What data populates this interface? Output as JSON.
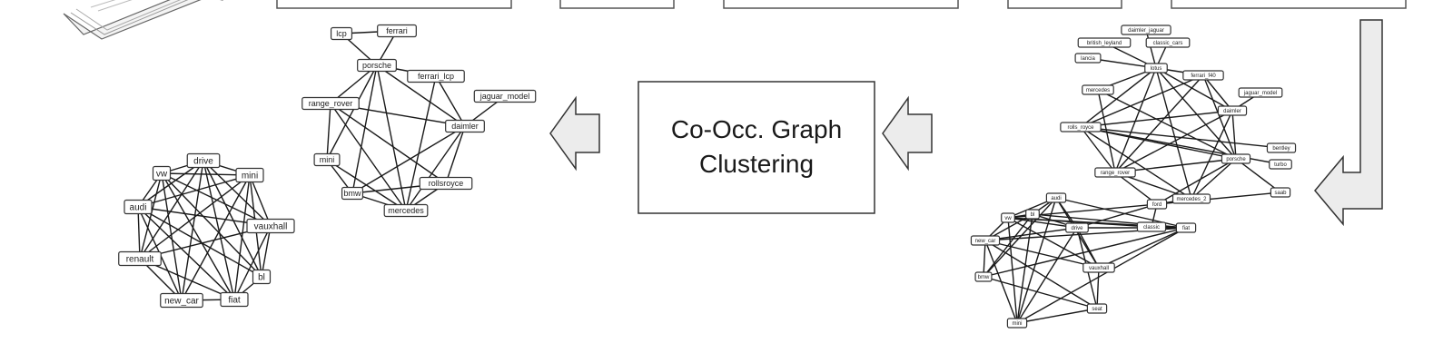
{
  "process": {
    "line1": "Co-Occ. Graph",
    "line2": "Clustering"
  },
  "icons": {
    "document": "document-stack-icon",
    "arrow_left": "arrow-left-icon",
    "arrow_down_left": "arrow-down-left-icon"
  },
  "graphs": {
    "cluster_b": {
      "nodes": [
        "lcp",
        "ferrari",
        "porsche",
        "ferrari_lcp",
        "range_rover",
        "jaguar_model",
        "daimler",
        "mini",
        "bmw",
        "rollsroyce",
        "mercedes"
      ],
      "edges": [
        [
          "lcp",
          "ferrari"
        ],
        [
          "lcp",
          "porsche"
        ],
        [
          "ferrari",
          "porsche"
        ],
        [
          "porsche",
          "ferrari_lcp"
        ],
        [
          "porsche",
          "range_rover"
        ],
        [
          "porsche",
          "daimler"
        ],
        [
          "porsche",
          "mini"
        ],
        [
          "porsche",
          "bmw"
        ],
        [
          "porsche",
          "mercedes"
        ],
        [
          "range_rover",
          "daimler"
        ],
        [
          "range_rover",
          "rollsroyce"
        ],
        [
          "range_rover",
          "mercedes"
        ],
        [
          "range_rover",
          "mini"
        ],
        [
          "jaguar_model",
          "daimler"
        ],
        [
          "daimler",
          "rollsroyce"
        ],
        [
          "daimler",
          "mercedes"
        ],
        [
          "daimler",
          "bmw"
        ],
        [
          "daimler",
          "ferrari_lcp"
        ],
        [
          "mini",
          "bmw"
        ],
        [
          "mini",
          "mercedes"
        ],
        [
          "bmw",
          "mercedes"
        ],
        [
          "bmw",
          "rollsroyce"
        ],
        [
          "rollsroyce",
          "mercedes"
        ],
        [
          "ferrari_lcp",
          "mercedes"
        ]
      ]
    },
    "cluster_a": {
      "nodes": [
        "vw",
        "drive",
        "mini",
        "audi",
        "vauxhall",
        "renault",
        "bl",
        "new_car",
        "fiat"
      ],
      "edges": [
        [
          "vw",
          "drive"
        ],
        [
          "vw",
          "mini"
        ],
        [
          "vw",
          "audi"
        ],
        [
          "vw",
          "vauxhall"
        ],
        [
          "vw",
          "renault"
        ],
        [
          "vw",
          "bl"
        ],
        [
          "vw",
          "new_car"
        ],
        [
          "vw",
          "fiat"
        ],
        [
          "drive",
          "mini"
        ],
        [
          "drive",
          "audi"
        ],
        [
          "drive",
          "vauxhall"
        ],
        [
          "drive",
          "renault"
        ],
        [
          "drive",
          "bl"
        ],
        [
          "drive",
          "new_car"
        ],
        [
          "drive",
          "fiat"
        ],
        [
          "mini",
          "audi"
        ],
        [
          "mini",
          "vauxhall"
        ],
        [
          "mini",
          "renault"
        ],
        [
          "mini",
          "bl"
        ],
        [
          "mini",
          "new_car"
        ],
        [
          "mini",
          "fiat"
        ],
        [
          "audi",
          "vauxhall"
        ],
        [
          "audi",
          "renault"
        ],
        [
          "audi",
          "bl"
        ],
        [
          "audi",
          "new_car"
        ],
        [
          "audi",
          "fiat"
        ],
        [
          "vauxhall",
          "renault"
        ],
        [
          "vauxhall",
          "bl"
        ],
        [
          "vauxhall",
          "fiat"
        ],
        [
          "renault",
          "new_car"
        ],
        [
          "renault",
          "fiat"
        ],
        [
          "bl",
          "fiat"
        ],
        [
          "new_car",
          "fiat"
        ]
      ]
    },
    "full": {
      "nodes": [
        "daimler_jaguar",
        "british_leyland",
        "classic_cars",
        "lancia",
        "lotus",
        "ferrari_f40",
        "mercedes",
        "jaguar_model",
        "daimler",
        "rolls_royce",
        "range_rover",
        "bentley",
        "turbo",
        "porsche",
        "mercedes_2",
        "saab",
        "ford",
        "audi",
        "bl",
        "vw",
        "classic",
        "drive",
        "fiat",
        "vauxhall",
        "new_car",
        "bmw",
        "seat",
        "mini"
      ],
      "edges": [
        [
          "daimler_jaguar",
          "lotus"
        ],
        [
          "british_leyland",
          "lotus"
        ],
        [
          "classic_cars",
          "lotus"
        ],
        [
          "lancia",
          "lotus"
        ],
        [
          "lotus",
          "ferrari_f40"
        ],
        [
          "lotus",
          "mercedes"
        ],
        [
          "lotus",
          "daimler"
        ],
        [
          "lotus",
          "range_rover"
        ],
        [
          "lotus",
          "porsche"
        ],
        [
          "lotus",
          "rolls_royce"
        ],
        [
          "lotus",
          "mercedes_2"
        ],
        [
          "ferrari_f40",
          "daimler"
        ],
        [
          "ferrari_f40",
          "rolls_royce"
        ],
        [
          "ferrari_f40",
          "range_rover"
        ],
        [
          "ferrari_f40",
          "porsche"
        ],
        [
          "mercedes",
          "range_rover"
        ],
        [
          "mercedes",
          "porsche"
        ],
        [
          "jaguar_model",
          "daimler"
        ],
        [
          "daimler",
          "rolls_royce"
        ],
        [
          "daimler",
          "range_rover"
        ],
        [
          "daimler",
          "porsche"
        ],
        [
          "daimler",
          "mercedes_2"
        ],
        [
          "rolls_royce",
          "range_rover"
        ],
        [
          "rolls_royce",
          "porsche"
        ],
        [
          "rolls_royce",
          "mercedes_2"
        ],
        [
          "rolls_royce",
          "bentley"
        ],
        [
          "rolls_royce",
          "turbo"
        ],
        [
          "range_rover",
          "porsche"
        ],
        [
          "range_rover",
          "mercedes_2"
        ],
        [
          "range_rover",
          "ford"
        ],
        [
          "porsche",
          "mercedes_2"
        ],
        [
          "porsche",
          "saab"
        ],
        [
          "porsche",
          "ford"
        ],
        [
          "saab",
          "ford"
        ],
        [
          "mercedes_2",
          "ford"
        ],
        [
          "ford",
          "drive"
        ],
        [
          "ford",
          "vw"
        ],
        [
          "ford",
          "classic"
        ],
        [
          "drive",
          "vw"
        ],
        [
          "drive",
          "audi"
        ],
        [
          "drive",
          "bl"
        ],
        [
          "drive",
          "vauxhall"
        ],
        [
          "drive",
          "fiat"
        ],
        [
          "drive",
          "mini"
        ],
        [
          "drive",
          "seat"
        ],
        [
          "drive",
          "new_car"
        ],
        [
          "vw",
          "audi"
        ],
        [
          "vw",
          "bl"
        ],
        [
          "vw",
          "fiat"
        ],
        [
          "vw",
          "mini"
        ],
        [
          "vw",
          "new_car"
        ],
        [
          "vw",
          "vauxhall"
        ],
        [
          "audi",
          "bl"
        ],
        [
          "audi",
          "fiat"
        ],
        [
          "audi",
          "mini"
        ],
        [
          "audi",
          "vauxhall"
        ],
        [
          "audi",
          "bmw"
        ],
        [
          "bl",
          "fiat"
        ],
        [
          "bl",
          "mini"
        ],
        [
          "bl",
          "new_car"
        ],
        [
          "bl",
          "bmw"
        ],
        [
          "fiat",
          "mini"
        ],
        [
          "fiat",
          "new_car"
        ],
        [
          "fiat",
          "vauxhall"
        ],
        [
          "fiat",
          "bmw"
        ],
        [
          "mini",
          "new_car"
        ],
        [
          "mini",
          "seat"
        ],
        [
          "new_car",
          "vauxhall"
        ],
        [
          "new_car",
          "bmw"
        ],
        [
          "new_car",
          "seat"
        ],
        [
          "seat",
          "bmw"
        ],
        [
          "vauxhall",
          "seat"
        ],
        [
          "classic",
          "vw"
        ]
      ]
    }
  }
}
